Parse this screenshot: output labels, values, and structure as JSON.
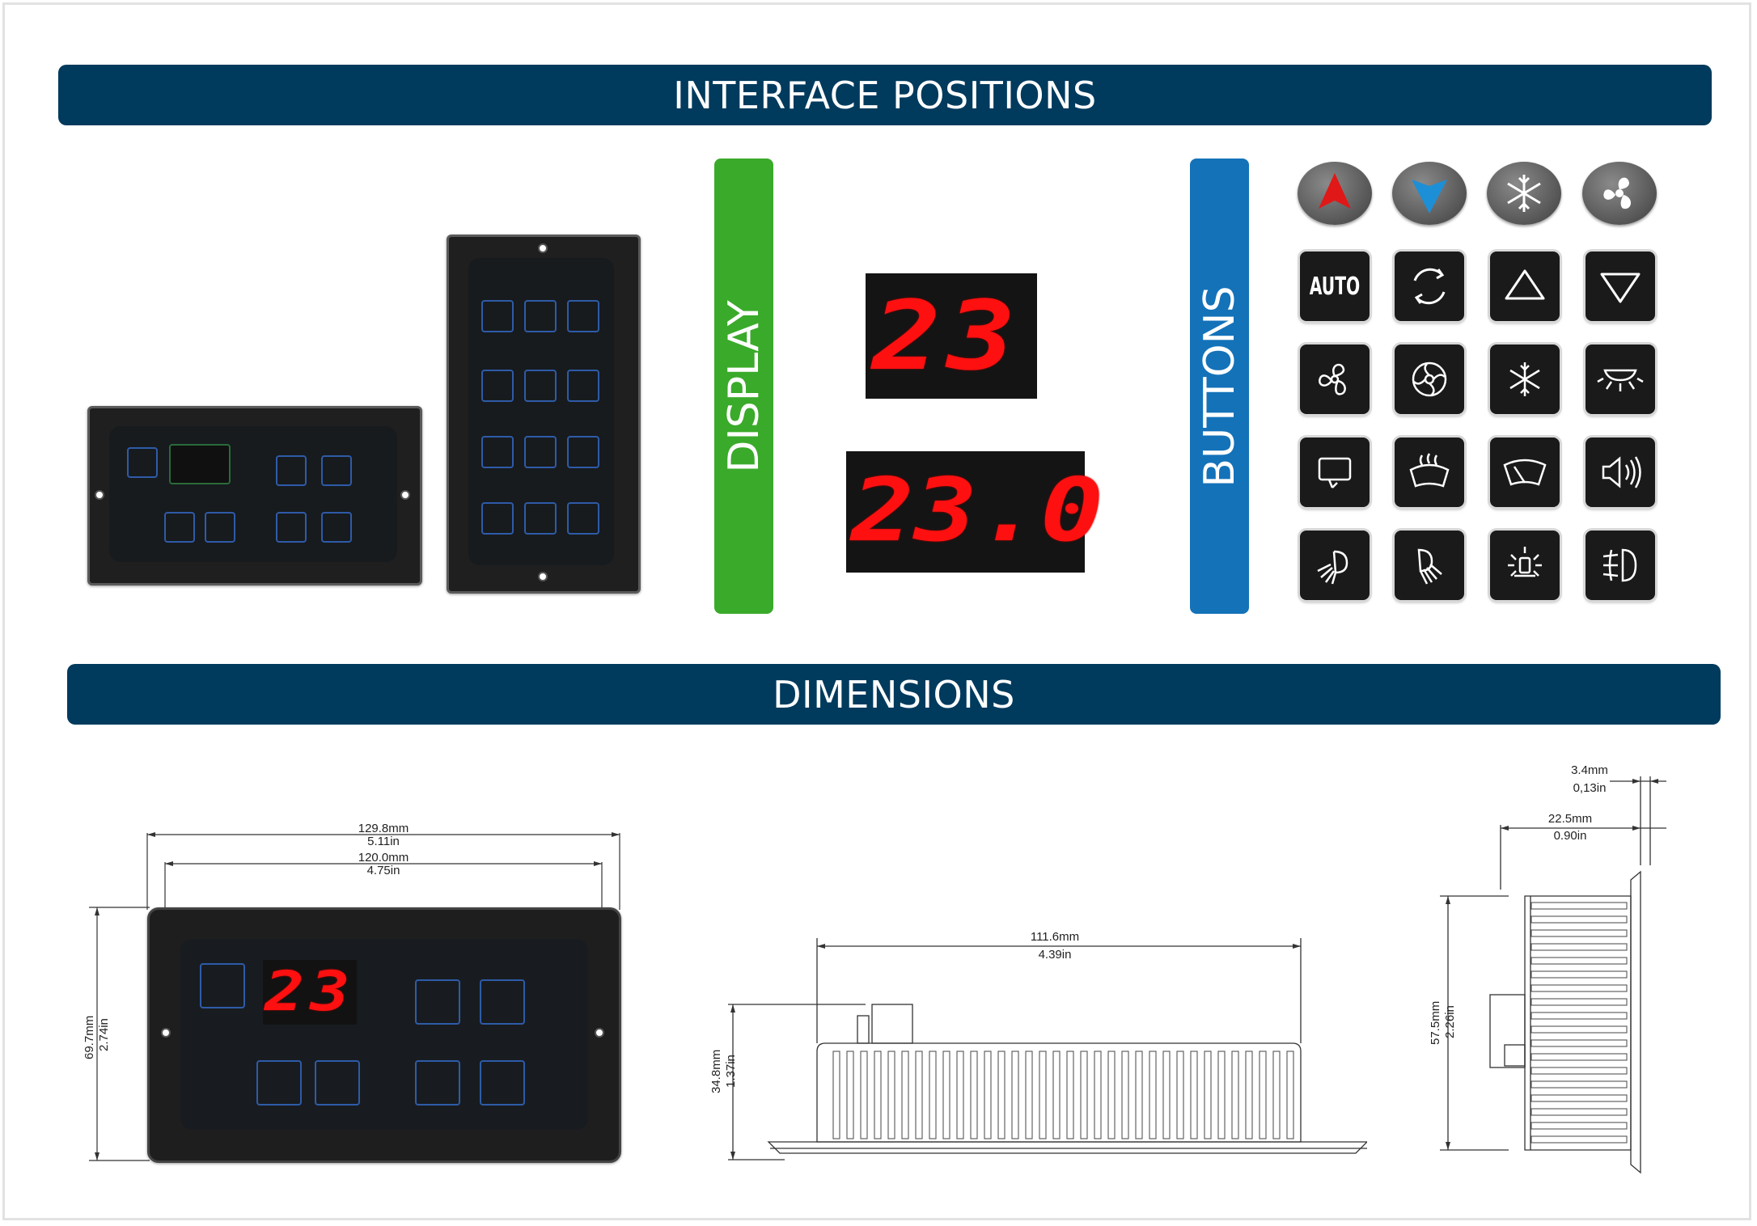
{
  "banners": {
    "interface_positions": "INTERFACE POSITIONS",
    "dimensions": "DIMENSIONS"
  },
  "sections": {
    "display": "DISPLAY",
    "buttons": "BUTTONS"
  },
  "displays": {
    "two_digit": "23",
    "three_digit": "23.0",
    "panel_readout": "23"
  },
  "button_icons": {
    "row1": [
      "arrow-up-icon",
      "arrow-down-icon",
      "snowflake-icon",
      "fan-icon"
    ],
    "row2": [
      "auto-icon",
      "recirculation-icon",
      "triangle-up-icon",
      "triangle-down-icon"
    ],
    "row3": [
      "fan-speed-icon",
      "blower-icon",
      "ac-icon",
      "interior-light-icon"
    ],
    "row4": [
      "rear-defrost-icon",
      "front-defrost-icon",
      "windshield-wiper-icon",
      "horn-icon"
    ],
    "row5": [
      "work-light-icon",
      "high-beam-icon",
      "beacon-icon",
      "fog-light-icon"
    ],
    "auto_label": "AUTO"
  },
  "colors": {
    "banner": "#003a5d",
    "display_bar": "#3aaa2a",
    "buttons_bar": "#1472b9",
    "segment_red": "#ff1010",
    "key_blue": "#2e5ba8"
  },
  "dimensions": {
    "front_width_outer_mm": "129.8mm",
    "front_width_outer_in": "5.11in",
    "front_width_inner_mm": "120.0mm",
    "front_width_inner_in": "4.75in",
    "front_height_mm": "69.7mm",
    "front_height_in": "2.74in",
    "side_length_mm": "111.6mm",
    "side_length_in": "4.39in",
    "side_height_mm": "34.8mm",
    "side_height_in": "1.37in",
    "flange_mm": "3.4mm",
    "flange_in": "0,13in",
    "depth_mm": "22.5mm",
    "depth_in": "0.90in",
    "end_height_mm": "57.5mm",
    "end_height_in": "2.26in"
  }
}
